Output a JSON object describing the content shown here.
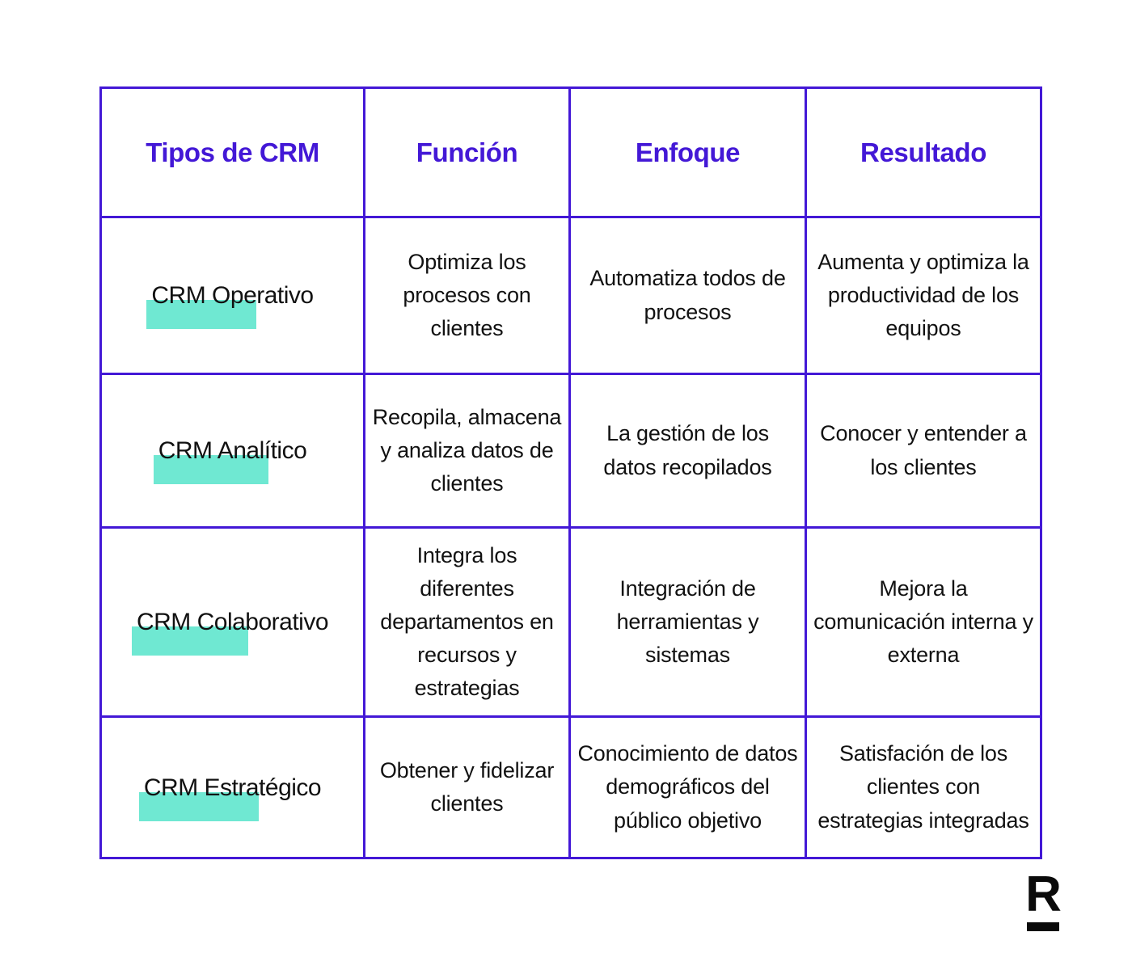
{
  "table": {
    "headers": [
      {
        "label": "Tipos de CRM"
      },
      {
        "label": "Función"
      },
      {
        "label": "Enfoque"
      },
      {
        "label": "Resultado"
      }
    ],
    "rows": [
      {
        "tipo": "CRM Operativo",
        "funcion": "Optimiza los procesos con clientes",
        "enfoque": "Automatiza todos de procesos",
        "resultado": "Aumenta y optimiza la productividad de los equipos"
      },
      {
        "tipo": "CRM Analítico",
        "funcion": "Recopila, almacena y analiza datos de clientes",
        "enfoque": "La gestión de los datos recopilados",
        "resultado": "Conocer y entender a los clientes"
      },
      {
        "tipo": "CRM Colaborativo",
        "funcion": "Integra los diferentes departamentos en recursos y estrategias",
        "enfoque": "Integración de herramientas y sistemas",
        "resultado": "Mejora la comunicación interna y externa"
      },
      {
        "tipo": "CRM Estratégico",
        "funcion": "Obtener y fidelizar clientes",
        "enfoque": "Conocimiento de datos demográficos del público objetivo",
        "resultado": "Satisfación de los clientes con estrategias integradas"
      }
    ]
  },
  "logo": {
    "letter": "R"
  },
  "colors": {
    "border": "#4318D6",
    "header_text": "#4318D6",
    "body_text": "#111111",
    "highlight": "#6FE8D2",
    "background": "#FFFFFF",
    "logo": "#0A0A0A"
  }
}
